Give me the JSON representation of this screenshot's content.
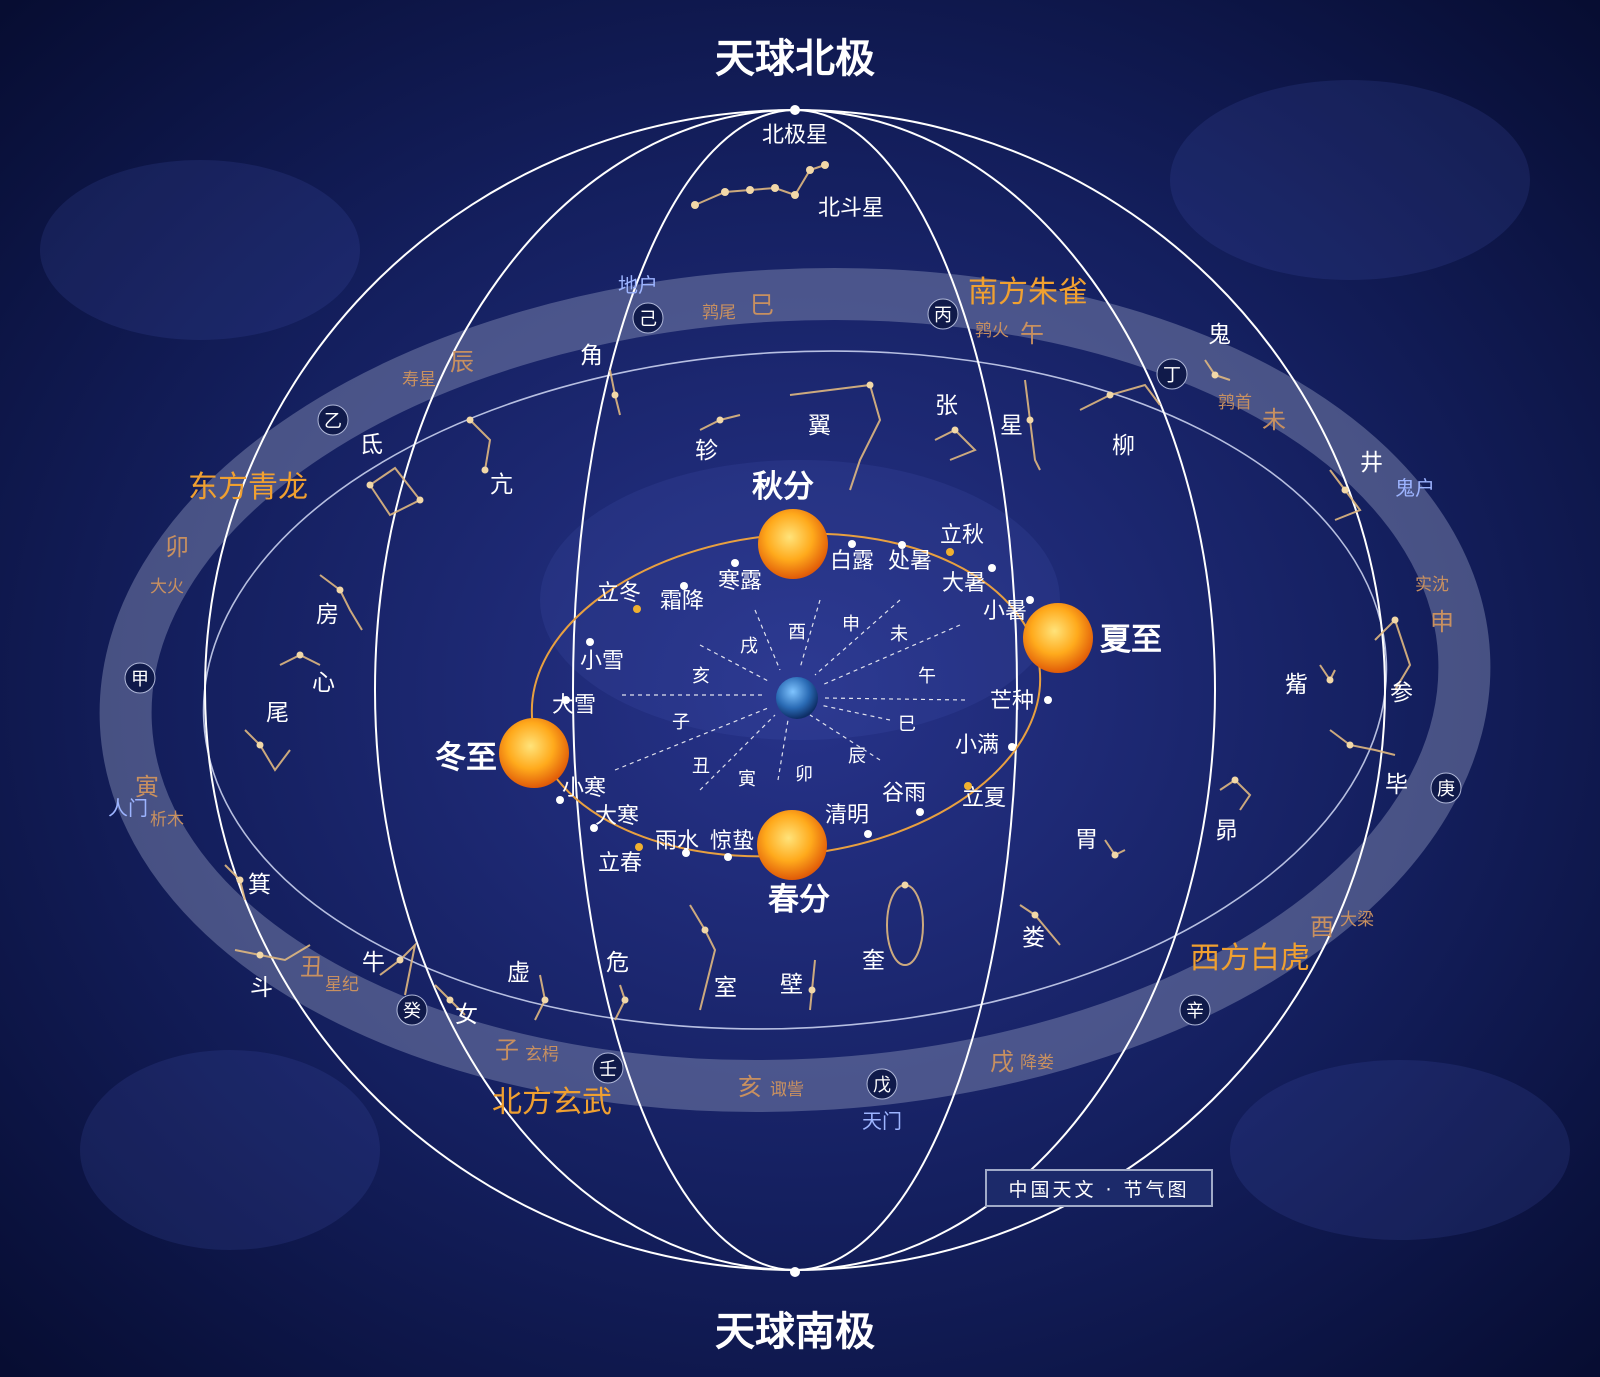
{
  "poles": {
    "north": "天球北极",
    "south": "天球南极"
  },
  "stars": {
    "polaris": "北极星",
    "big_dipper": "北斗星"
  },
  "symbols": {
    "four_symbols": {
      "east": "东方青龙",
      "south": "南方朱雀",
      "west": "西方白虎",
      "north": "北方玄武"
    }
  },
  "mansions": [
    "角",
    "亢",
    "氐",
    "房",
    "心",
    "尾",
    "箕",
    "斗",
    "牛",
    "女",
    "虚",
    "危",
    "室",
    "壁",
    "奎",
    "娄",
    "胃",
    "昴",
    "毕",
    "觜",
    "参",
    "井",
    "鬼",
    "柳",
    "星",
    "张",
    "翼",
    "轸"
  ],
  "solar_terms": {
    "spring_equinox": "春分",
    "summer_solstice": "夏至",
    "autumn_equinox": "秋分",
    "winter_solstice": "冬至",
    "list": [
      "立秋",
      "白露",
      "处暑",
      "大暑",
      "小暑",
      "芒种",
      "小满",
      "立夏",
      "谷雨",
      "清明",
      "惊蛰",
      "雨水",
      "立春",
      "大寒",
      "小寒",
      "大雪",
      "小雪",
      "立冬",
      "霜降",
      "寒露"
    ]
  },
  "inner_branches": [
    "戌",
    "酉",
    "申",
    "未",
    "午",
    "巳",
    "辰",
    "卯",
    "寅",
    "丑",
    "子",
    "亥"
  ],
  "ring": {
    "stems": [
      "甲",
      "乙",
      "丙",
      "丁",
      "庚",
      "辛",
      "壬",
      "癸",
      "戊",
      "己"
    ],
    "branch_labels": {
      "chen": "辰",
      "si": "巳",
      "wu": "午",
      "wei": "未",
      "shen": "申",
      "you": "酉",
      "xu": "戌",
      "hai": "亥",
      "zi": "子",
      "chou": "丑",
      "yin": "寅",
      "mao": "卯"
    },
    "stations": {
      "shouxing": "寿星",
      "chunwei": "鹑尾",
      "chunhuo": "鹑火",
      "chunshou": "鹑首",
      "shichen": "实沈",
      "daliang": "大梁",
      "jianglou": "降娄",
      "zouzi": "诹訾",
      "xuanxiao": "玄枵",
      "xingji": "星纪",
      "ximu": "析木",
      "dahuo": "大火"
    },
    "gates": {
      "dihu": "地户",
      "guihu": "鬼户",
      "tianmen": "天门",
      "renmen": "人门"
    }
  },
  "caption": "中国天文 · 节气图",
  "colors": {
    "background": "#0b1440",
    "orange": "#f0a030",
    "blue": "#9db4ff",
    "ring": "#8a93b8"
  }
}
